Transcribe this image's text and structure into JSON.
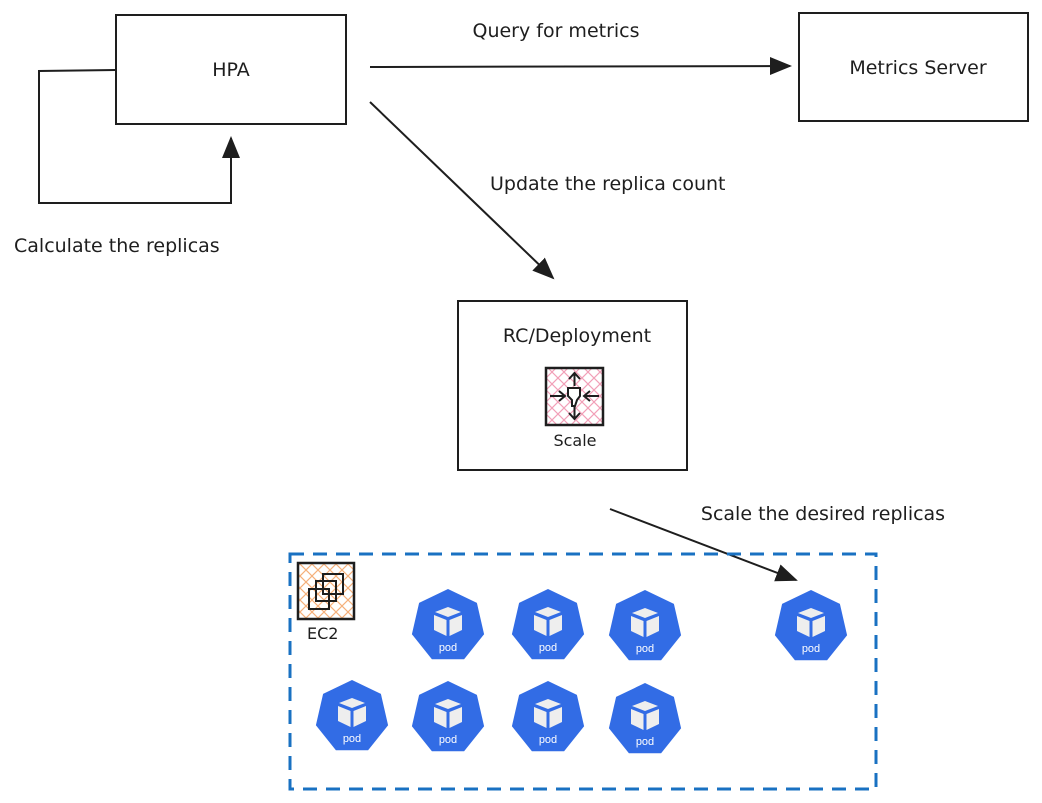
{
  "nodes": {
    "hpa": {
      "label": "HPA"
    },
    "metrics_server": {
      "label": "Metrics Server"
    },
    "deployment": {
      "label": "RC/Deployment",
      "icon_label": "Scale",
      "icon": "scale-icon",
      "icon_hatch_color": "#f2a0b8"
    },
    "ec2": {
      "label": "EC2",
      "icon": "ec2-instances-icon",
      "icon_hatch_color": "#f5b07a"
    }
  },
  "edges": {
    "query": {
      "label": "Query for metrics"
    },
    "update": {
      "label": "Update the replica count"
    },
    "calculate": {
      "label": "Calculate the replicas"
    },
    "scale": {
      "label": "Scale the desired replicas"
    }
  },
  "cluster": {
    "border_color": "#1971c2"
  },
  "pods": {
    "label": "pod",
    "color": "#326ce5",
    "count": 8,
    "items": [
      {
        "label": "pod"
      },
      {
        "label": "pod"
      },
      {
        "label": "pod"
      },
      {
        "label": "pod"
      },
      {
        "label": "pod"
      },
      {
        "label": "pod"
      },
      {
        "label": "pod"
      },
      {
        "label": "pod"
      }
    ]
  }
}
